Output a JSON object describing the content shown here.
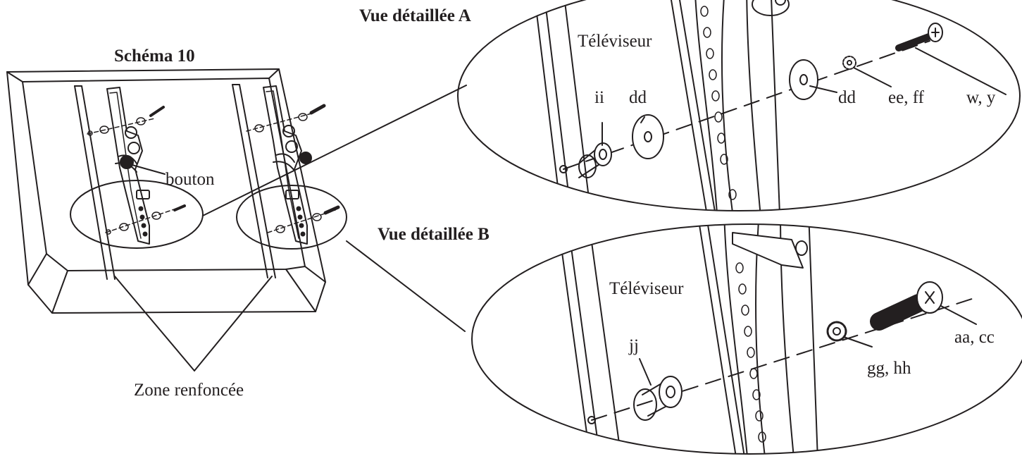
{
  "figure_title": "Schéma 10",
  "detail_a": {
    "title": "Vue détaillée A",
    "tv_label": "Téléviseur",
    "parts": {
      "spacer": "ii",
      "washer_left": "dd",
      "washer_right": "dd",
      "lock_washer": "ee, ff",
      "screw": "w, y"
    }
  },
  "detail_b": {
    "title": "Vue détaillée B",
    "tv_label": "Téléviseur",
    "parts": {
      "spacer": "jj",
      "lock_washer": "gg, hh",
      "screw": "aa, cc"
    }
  },
  "overview": {
    "knob_label": "bouton",
    "recessed_label": "Zone renfoncée"
  },
  "colors": {
    "ink": "#231f20",
    "background": "#ffffff"
  }
}
